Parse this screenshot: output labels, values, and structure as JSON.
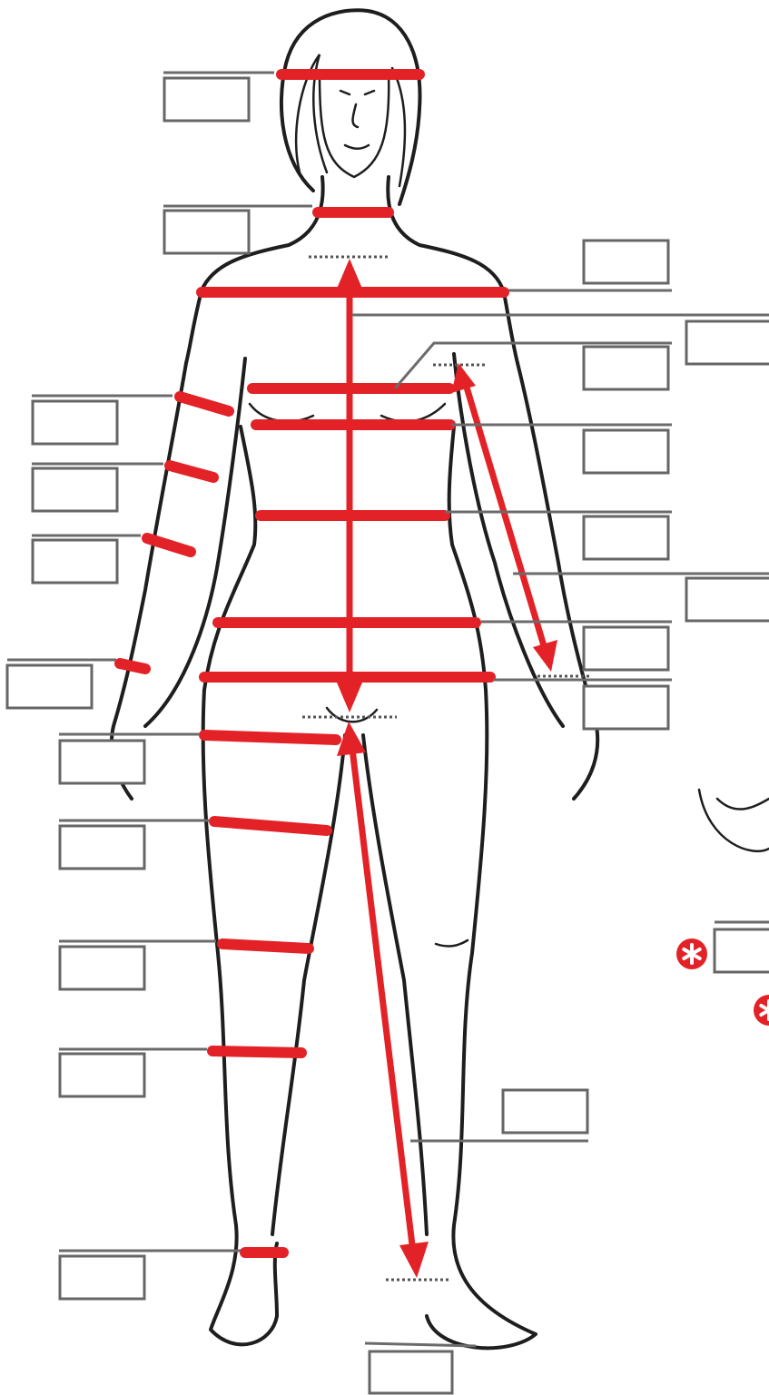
{
  "colors": {
    "measure": "#e32227",
    "outline": "#1e1e1e",
    "box_border": "#666666",
    "leader": "#6b6b6b"
  },
  "fields": [
    {
      "name": "head-measurement-field",
      "value": ""
    },
    {
      "name": "neck-measurement-field",
      "value": ""
    },
    {
      "name": "shoulder-measurement-field",
      "value": ""
    },
    {
      "name": "front-length-measurement-field",
      "value": ""
    },
    {
      "name": "bust-point-measurement-field",
      "value": ""
    },
    {
      "name": "chest-measurement-field",
      "value": ""
    },
    {
      "name": "underbust-measurement-field",
      "value": ""
    },
    {
      "name": "waist-measurement-field",
      "value": ""
    },
    {
      "name": "arm-length-measurement-field",
      "value": ""
    },
    {
      "name": "upper-hip-measurement-field",
      "value": ""
    },
    {
      "name": "hip-measurement-field",
      "value": ""
    },
    {
      "name": "upper-arm-measurement-field",
      "value": ""
    },
    {
      "name": "elbow-measurement-field",
      "value": ""
    },
    {
      "name": "forearm-measurement-field",
      "value": ""
    },
    {
      "name": "wrist-measurement-field",
      "value": ""
    },
    {
      "name": "thigh-measurement-field",
      "value": ""
    },
    {
      "name": "mid-thigh-measurement-field",
      "value": ""
    },
    {
      "name": "knee-measurement-field",
      "value": ""
    },
    {
      "name": "calf-measurement-field",
      "value": ""
    },
    {
      "name": "ankle-measurement-field",
      "value": ""
    },
    {
      "name": "inseam-measurement-field",
      "value": ""
    },
    {
      "name": "foot-length-measurement-field",
      "value": ""
    },
    {
      "name": "hand-measurement-field",
      "value": ""
    }
  ],
  "icons": [
    "required-asterisk-icon",
    "required-asterisk-icon"
  ]
}
